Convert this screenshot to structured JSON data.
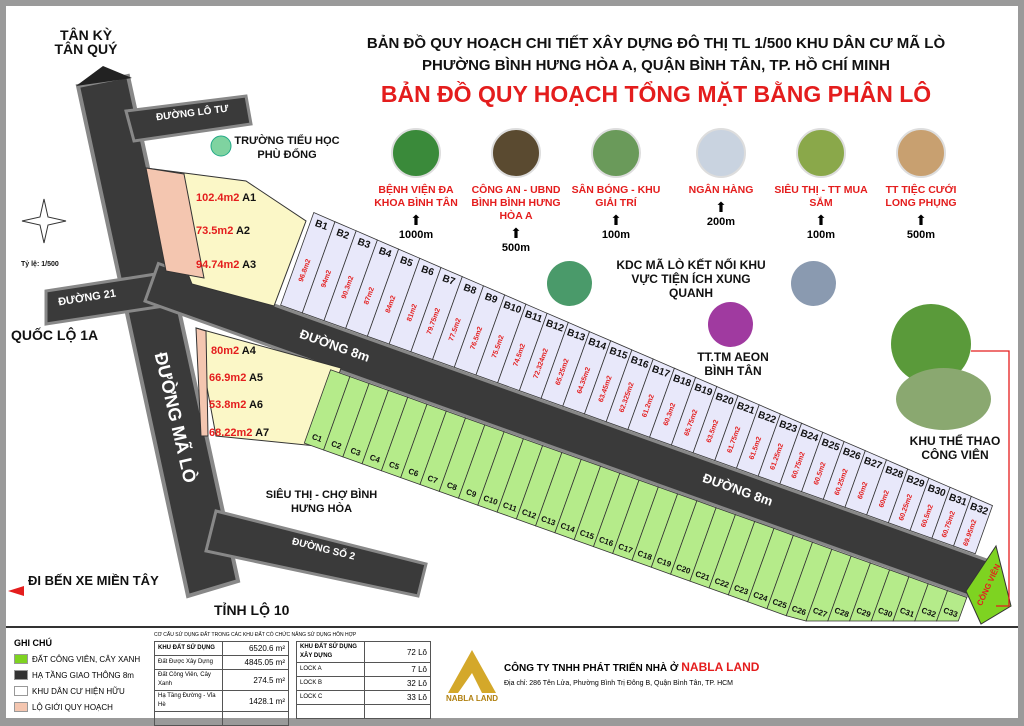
{
  "header": {
    "title_line1": "BẢN ĐỒ QUY HOẠCH CHI TIẾT XÂY DỰNG ĐÔ THỊ TL 1/500 KHU DÂN CƯ MÃ LÒ",
    "title_line2": "PHƯỜNG BÌNH HƯNG HÒA A, QUẬN BÌNH TÂN, TP. HỒ CHÍ MINH",
    "main_title": "BẢN ĐỒ QUY HOẠCH TỔNG MẶT BẰNG PHÂN LÔ"
  },
  "compass": {
    "scale": "Tỷ lệ: 1/500"
  },
  "places": {
    "tan_ky": "TÂN KỲ TÂN QUÝ",
    "duong_lo_tu": "ĐƯỜNG LÔ TƯ",
    "school": "TRƯỜNG TIỂU HỌC PHÙ ĐỔNG",
    "duong21": "ĐƯỜNG 21",
    "ql1a": "QUỐC LỘ 1A",
    "ma_lo": "ĐƯỜNG MÃ LÒ",
    "duong8m_a": "ĐƯỜNG 8m",
    "duong8m_b": "ĐƯỜNG 8m",
    "market": "SIÊU THỊ - CHỢ BÌNH HƯNG HÒA",
    "duong_so2": "ĐƯỜNG SỐ 2",
    "ben_xe": "ĐI BẾN XE MIỀN TÂY",
    "tinh_lo": "TỈNH LỘ 10",
    "park": "KHU THỂ THAO CÔNG VIÊN",
    "aeon": "TT.TM AEON BÌNH TÂN",
    "center": "KDC MÃ LÒ KẾT NỐI KHU VỰC TIỆN ÍCH XUNG QUANH",
    "cong_vien": "CÔNG VIÊN"
  },
  "amenities": [
    {
      "name": "BỆNH VIỆN ĐA KHOA BÌNH TÂN",
      "distance": "1000m",
      "color": "#3a8a3a"
    },
    {
      "name": "CÔNG AN - UBND BÌNH BÌNH HƯNG HÒA A",
      "distance": "500m",
      "color": "#5a4a30"
    },
    {
      "name": "SÂN BÓNG - KHU GIẢI TRÍ",
      "distance": "100m",
      "color": "#6a9a5a"
    },
    {
      "name": "NGÂN HÀNG",
      "distance": "200m",
      "color": "#c9d3e0"
    },
    {
      "name": "SIÊU THỊ - TT MUA SẮM",
      "distance": "100m",
      "color": "#8aa84a"
    },
    {
      "name": "TT TIỆC CƯỚI LONG PHỤNG",
      "distance": "500m",
      "color": "#c8a070"
    }
  ],
  "lots_a": [
    {
      "id": "A1",
      "area": "102.4m2"
    },
    {
      "id": "A2",
      "area": "73.5m2"
    },
    {
      "id": "A3",
      "area": "94.74m2"
    },
    {
      "id": "A4",
      "area": "80m2"
    },
    {
      "id": "A5",
      "area": "66.9m2"
    },
    {
      "id": "A6",
      "area": "53.8m2"
    },
    {
      "id": "A7",
      "area": "68.22m2"
    }
  ],
  "lots_b": [
    {
      "id": "B1",
      "area": "96.8m2"
    },
    {
      "id": "B2",
      "area": "94m2"
    },
    {
      "id": "B3",
      "area": "90.3m2"
    },
    {
      "id": "B4",
      "area": "87m2"
    },
    {
      "id": "B5",
      "area": "84m2"
    },
    {
      "id": "B6",
      "area": "81m2"
    },
    {
      "id": "B7",
      "area": "79.75m2"
    },
    {
      "id": "B8",
      "area": "77.5m2"
    },
    {
      "id": "B9",
      "area": "76.5m2"
    },
    {
      "id": "B10",
      "area": "75.5m2"
    },
    {
      "id": "B11",
      "area": "74.5m2"
    },
    {
      "id": "B12",
      "area": "72.324m2"
    },
    {
      "id": "B13",
      "area": "65.25m2"
    },
    {
      "id": "B14",
      "area": "64.35m2"
    },
    {
      "id": "B15",
      "area": "63.45m2"
    },
    {
      "id": "B16",
      "area": "62.325m2"
    },
    {
      "id": "B17",
      "area": "61.2m2"
    },
    {
      "id": "B18",
      "area": "60.3m2"
    },
    {
      "id": "B19",
      "area": "65.75m2"
    },
    {
      "id": "B20",
      "area": "63.5m2"
    },
    {
      "id": "B21",
      "area": "61.75m2"
    },
    {
      "id": "B22",
      "area": "61.5m2"
    },
    {
      "id": "B23",
      "area": "61.25m2"
    },
    {
      "id": "B24",
      "area": "60.75m2"
    },
    {
      "id": "B25",
      "area": "60.5m2"
    },
    {
      "id": "B26",
      "area": "60.25m2"
    },
    {
      "id": "B27",
      "area": "60m2"
    },
    {
      "id": "B28",
      "area": "60m2"
    },
    {
      "id": "B29",
      "area": "60.25m2"
    },
    {
      "id": "B30",
      "area": "60.5m2"
    },
    {
      "id": "B31",
      "area": "60.75m2"
    },
    {
      "id": "B32",
      "area": "69.95m2"
    }
  ],
  "lots_c": [
    "C1",
    "C2",
    "C3",
    "C4",
    "C5",
    "C6",
    "C7",
    "C8",
    "C9",
    "C10",
    "C11",
    "C12",
    "C13",
    "C14",
    "C15",
    "C16",
    "C17",
    "C18",
    "C19",
    "C20",
    "C21",
    "C22",
    "C23",
    "C24",
    "C25",
    "C26",
    "C27",
    "C28",
    "C29",
    "C30",
    "C31",
    "C32",
    "C33"
  ],
  "legend": {
    "title": "GHI CHÚ",
    "items": [
      {
        "label": "ĐẤT CÔNG VIÊN, CÂY XANH",
        "color": "#7ed321"
      },
      {
        "label": "HẠ TẦNG GIAO THÔNG 8m",
        "color": "#333333"
      },
      {
        "label": "KHU DÂN CƯ HIỆN HỮU",
        "color": "#ffffff"
      },
      {
        "label": "LỘ GIỚI QUY HOẠCH",
        "color": "#f4c6b0"
      }
    ]
  },
  "land_table": {
    "caption": "CƠ CẤU SỬ DỤNG ĐẤT TRONG CÁC KHU ĐẤT CÓ CHỨC NĂNG SỬ DỤNG HỖN HỢP",
    "rows": [
      {
        "label": "KHU ĐẤT SỬ DỤNG",
        "value": "6520.6 m²"
      },
      {
        "label": "Đất Được Xây Dựng",
        "value": "4845.05 m²"
      },
      {
        "label": "Đất Công Viên, Cây Xanh",
        "value": "274.5 m²"
      },
      {
        "label": "Hạ Tầng Đường - Vỉa Hè",
        "value": "1428.1 m²"
      }
    ]
  },
  "lot_table": {
    "rows": [
      {
        "label": "KHU ĐẤT SỬ DỤNG XÂY DỰNG",
        "value": "72 Lô"
      },
      {
        "label": "LOCK A",
        "value": "7 Lô"
      },
      {
        "label": "LOCK B",
        "value": "32 Lô"
      },
      {
        "label": "LOCK C",
        "value": "33 Lô"
      }
    ]
  },
  "company": {
    "prefix": "CÔNG TY TNHH PHÁT TRIỂN NHÀ Ở",
    "brand": "NABLA LAND",
    "address": "Địa chỉ: 286 Tên Lửa, Phường Bình Trị Đông B, Quận Bình Tân, TP. HCM",
    "logo_text": "NABLA LAND"
  }
}
